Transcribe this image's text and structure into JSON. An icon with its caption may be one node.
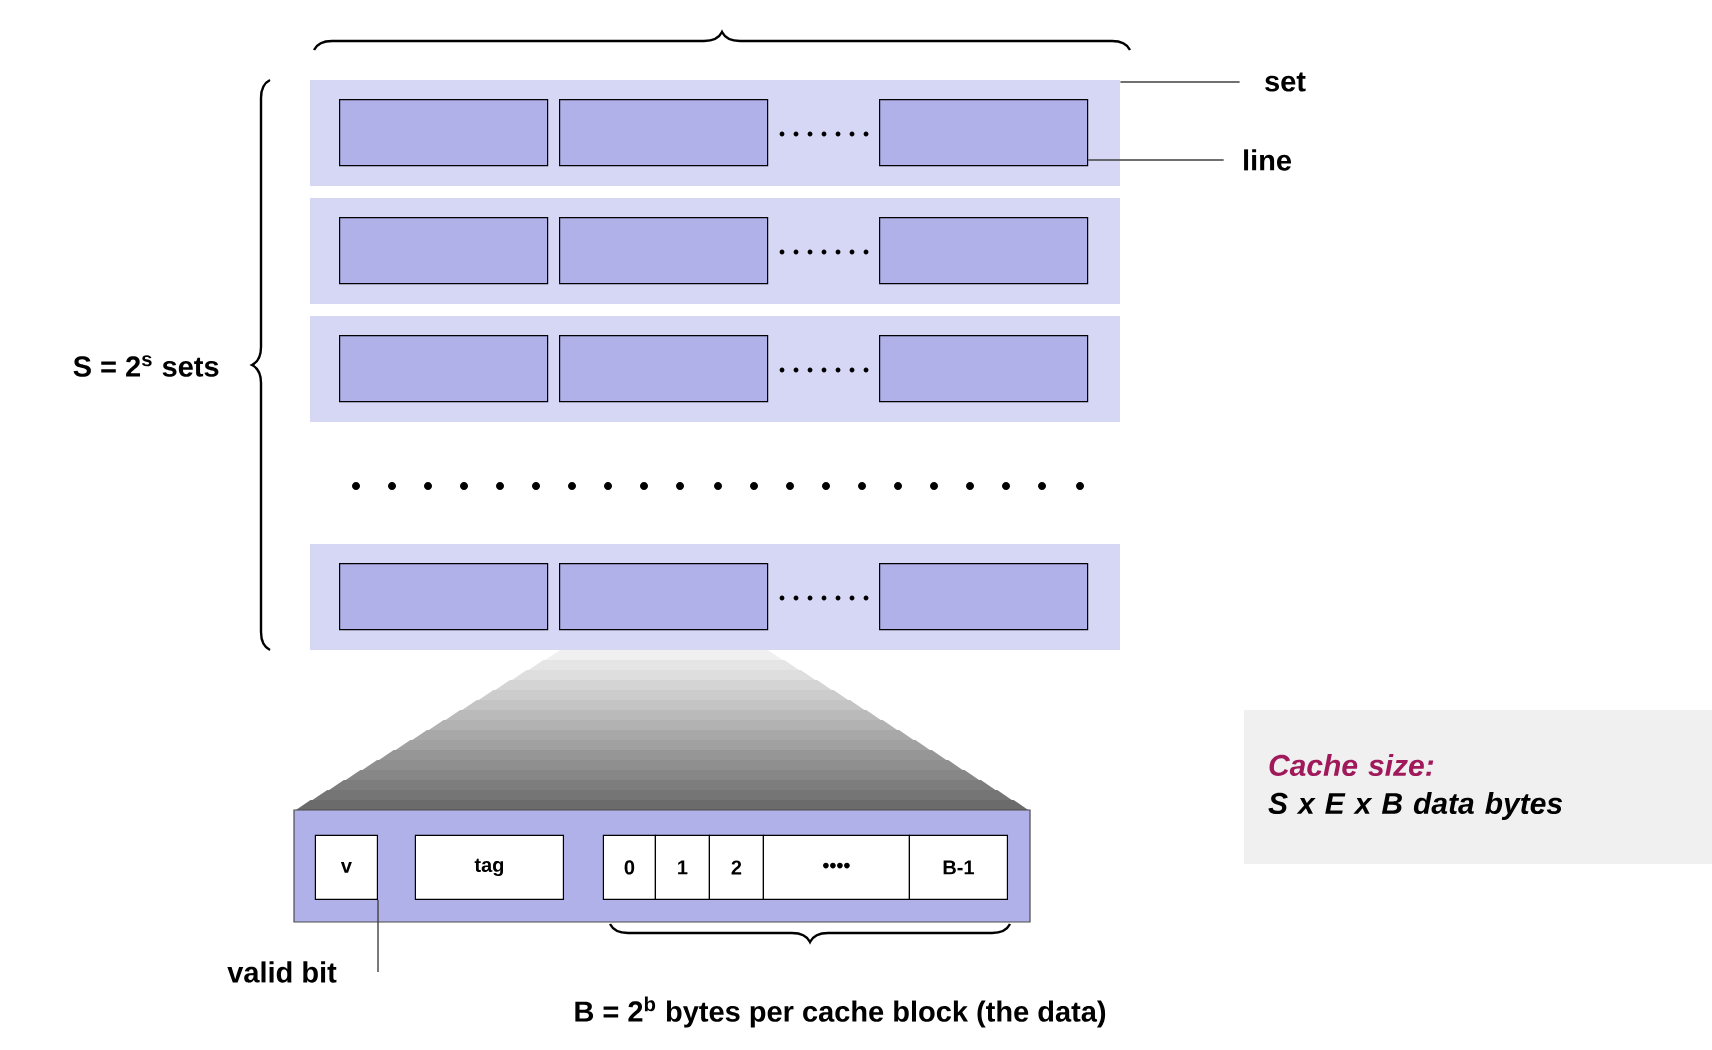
{
  "diagram": {
    "nodes": [
      {
        "text": [],
        "shape": "box"
      },
      {
        "text": [],
        "shape": "box",
        "in": 0
      },
      {
        "text": [],
        "shape": "box",
        "in": 0
      },
      {
        "text": [],
        "shape": "box",
        "in": 0
      },
      {
        "text": [],
        "shape": "box"
      },
      {
        "text": [],
        "shape": "box",
        "in": 4
      },
      {
        "text": [],
        "shape": "box",
        "in": 4
      },
      {
        "text": [],
        "shape": "box",
        "in": 4
      },
      {
        "text": [],
        "shape": "box"
      },
      {
        "text": [],
        "shape": "box",
        "in": 8
      },
      {
        "text": [],
        "shape": "box",
        "in": 8
      },
      {
        "text": [],
        "shape": "box",
        "in": 8
      },
      {
        "text": [],
        "shape": "box"
      },
      {
        "text": [],
        "shape": "box",
        "in": 12
      },
      {
        "text": [],
        "shape": "box",
        "in": 12
      },
      {
        "text": [],
        "shape": "box",
        "in": 12
      },
      {
        "text": [
          "set"
        ]
      },
      {
        "text": [
          "line"
        ]
      },
      {
        "text": [],
        "shape": "box"
      },
      {
        "text": [
          "v"
        ],
        "in": 18
      },
      {
        "text": [
          "tag"
        ],
        "in": 18
      },
      {
        "text": [
          "0"
        ],
        "in": 18
      },
      {
        "text": [
          "1"
        ],
        "in": 18
      },
      {
        "text": [
          "2"
        ],
        "in": 18
      },
      {
        "text": [
          "••••"
        ],
        "in": 18
      },
      {
        "text": [
          "B-1"
        ],
        "in": 18
      },
      {
        "text": [
          "valid bit"
        ]
      },
      {
        "text": [
          "Cache size:",
          "S x E x B data bytes"
        ]
      }
    ],
    "edges": [
      {
        "from": 16,
        "to": 0,
        "arrow": "none"
      },
      {
        "from": 17,
        "to": 3,
        "arrow": "none"
      },
      {
        "from": 26,
        "to": 19,
        "arrow": "none"
      }
    ],
    "labels": [
      "S = 2$^{s}$ sets",
      "B = 2$^{b}$ bytes per cache block (the data)"
    ]
  }
}
